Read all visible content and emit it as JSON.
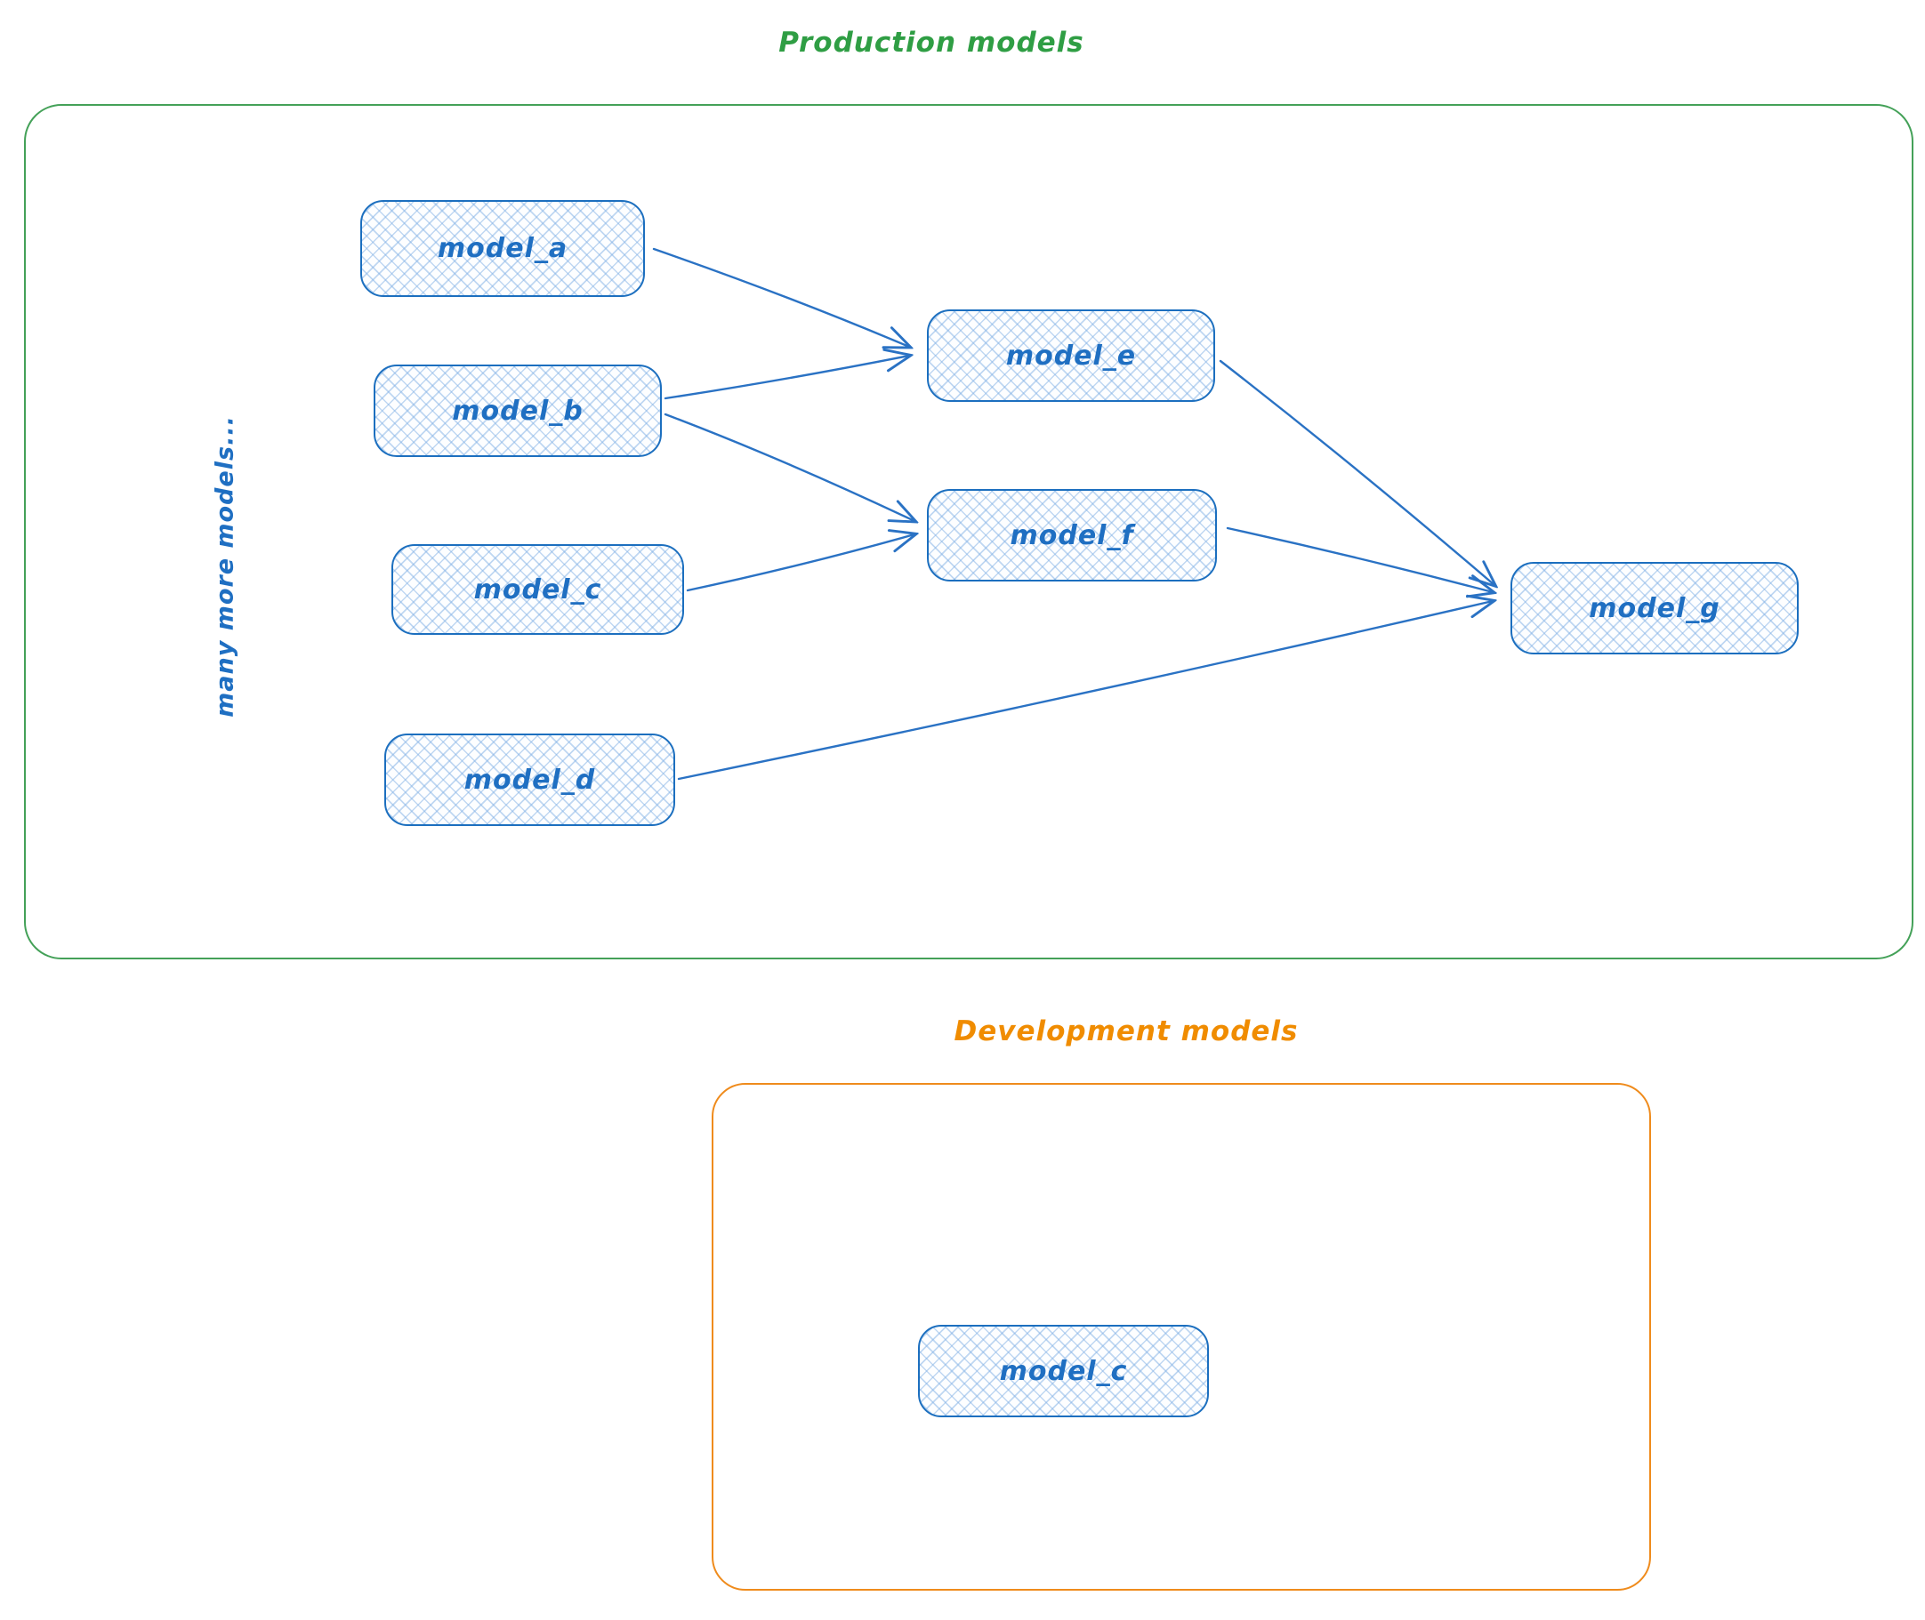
{
  "production": {
    "title": "Production models",
    "side_label": "many more models...",
    "nodes": [
      {
        "id": "model_a",
        "label": "model_a"
      },
      {
        "id": "model_b",
        "label": "model_b"
      },
      {
        "id": "model_c",
        "label": "model_c"
      },
      {
        "id": "model_d",
        "label": "model_d"
      },
      {
        "id": "model_e",
        "label": "model_e"
      },
      {
        "id": "model_f",
        "label": "model_f"
      },
      {
        "id": "model_g",
        "label": "model_g"
      }
    ],
    "edges": [
      {
        "from": "model_a",
        "to": "model_e"
      },
      {
        "from": "model_b",
        "to": "model_e"
      },
      {
        "from": "model_b",
        "to": "model_f"
      },
      {
        "from": "model_c",
        "to": "model_f"
      },
      {
        "from": "model_e",
        "to": "model_g"
      },
      {
        "from": "model_f",
        "to": "model_g"
      },
      {
        "from": "model_d",
        "to": "model_g"
      }
    ]
  },
  "development": {
    "title": "Development models",
    "nodes": [
      {
        "id": "model_c_dev",
        "label": "model_c"
      }
    ]
  },
  "colors": {
    "production_border": "#44a158",
    "production_title": "#2f9e44",
    "development_border": "#ef8b1c",
    "development_title": "#f08c00",
    "node_border": "#1c6fbf",
    "node_text": "#1f6fc2",
    "node_fill_hatch": "#a9c9ec",
    "arrow": "#2a72c4"
  }
}
